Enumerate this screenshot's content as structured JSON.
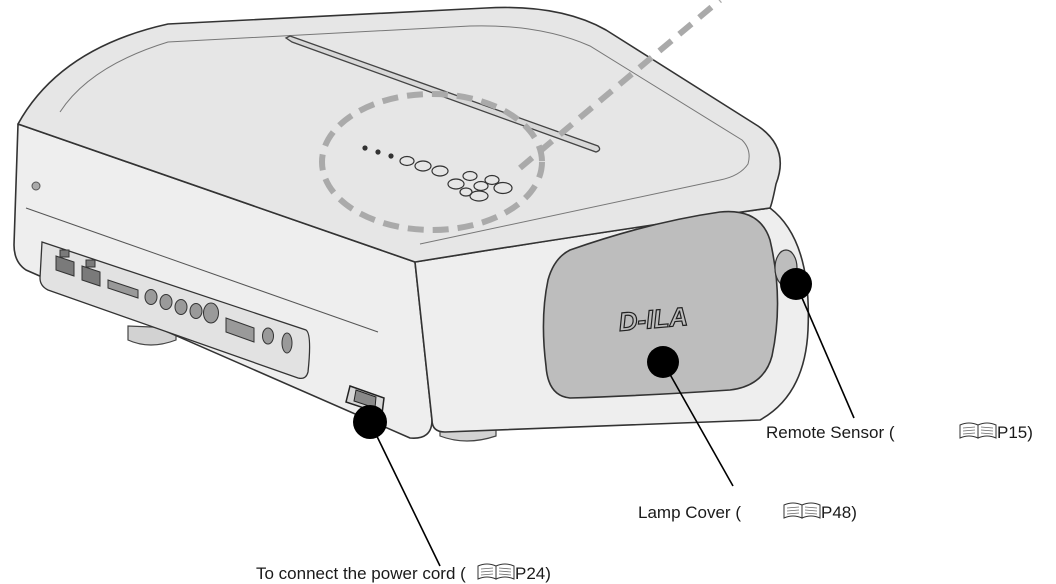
{
  "logo": {
    "text": "D-ILA"
  },
  "callouts": [
    {
      "id": "remote-sensor",
      "label": "Remote Sensor (",
      "page": "P15)"
    },
    {
      "id": "lamp-cover",
      "label": "Lamp Cover (",
      "page": "P48)"
    },
    {
      "id": "power-cord",
      "label": "To connect the power cord (",
      "page": "P24)"
    }
  ],
  "icons": {
    "manual_ref": "open-book-icon"
  },
  "colors": {
    "body": "#eeeeee",
    "top": "#e3e3e3",
    "lamp_cover": "#bdbdbd",
    "dashed": "#aaaaaa",
    "marker": "#000000"
  }
}
